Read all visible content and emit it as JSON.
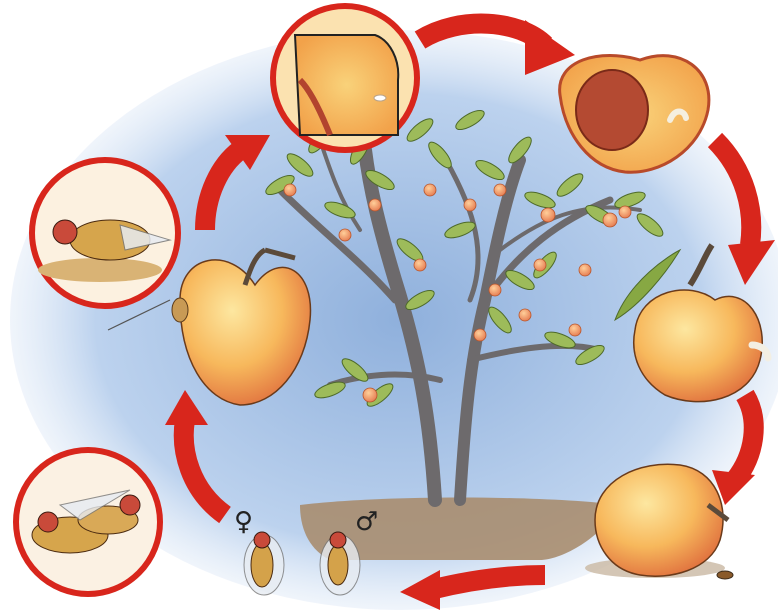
{
  "diagram": {
    "stages": [
      {
        "id": "mating-adults",
        "icon": "mating-flies-icon"
      },
      {
        "id": "female-lays-egg-in-fruit",
        "icon": "egg-laying-fly-icon"
      },
      {
        "id": "egg-inside-fruit",
        "icon": "egg-in-peach-skin-icon"
      },
      {
        "id": "larva-in-halved-fruit",
        "icon": "larva-in-peach-icon"
      },
      {
        "id": "larva-exits-fruit",
        "icon": "larva-exiting-peach-icon"
      },
      {
        "id": "pupa-in-soil",
        "icon": "pupa-icon"
      },
      {
        "id": "adult-emerges",
        "icon": "adult-flies-icon"
      }
    ],
    "sex_symbols": {
      "female": "♀",
      "male": "♂"
    },
    "colors": {
      "arrow": "#d8261c",
      "ring": "#d8261c",
      "sky": "#a9c4e6",
      "soil": "#a88d6f",
      "peach": "#f6b25e",
      "leaf": "#9dbb5a",
      "bark": "#6d6a6c"
    }
  }
}
